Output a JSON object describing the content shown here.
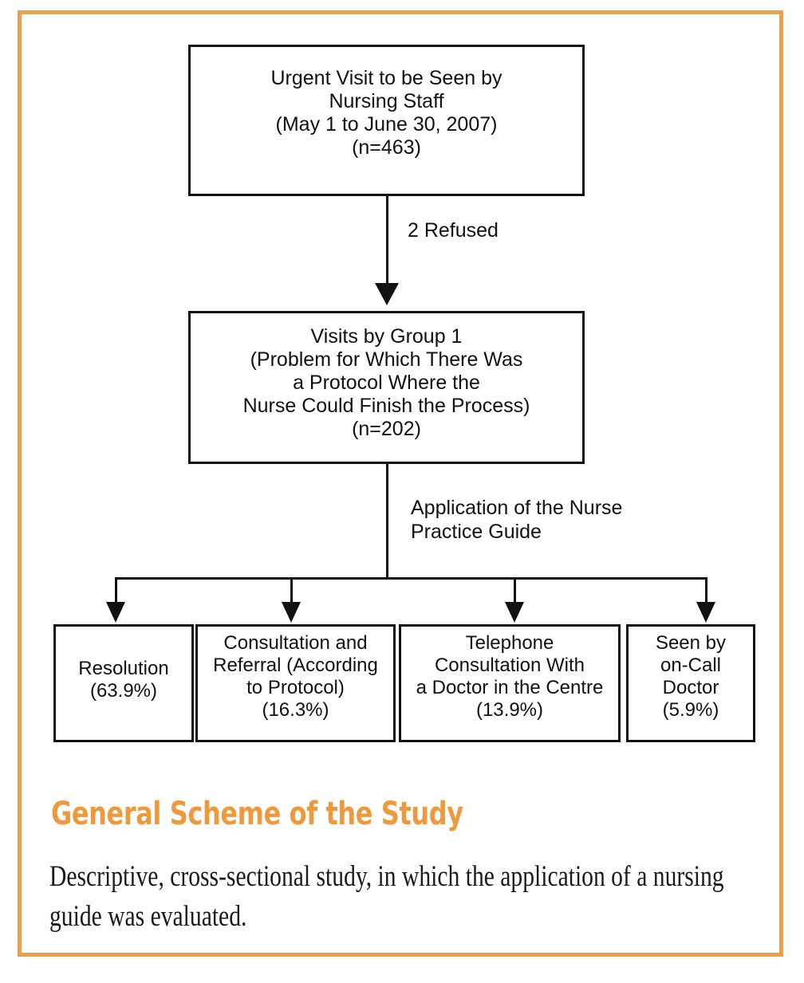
{
  "figure": {
    "frame_color": "#E8A14C",
    "box_border_color": "#111111",
    "accent_color": "#EE9A3C"
  },
  "flowchart": {
    "type": "flowchart",
    "nodes": [
      {
        "id": "urgent-visit",
        "text": "Urgent Visit to be Seen by\nNursing Staff\n(May 1 to June 30, 2007)\n(n=463)",
        "n": 463
      },
      {
        "id": "group1",
        "text": "Visits by Group 1\n(Problem for Which There Was\na Protocol Where the\nNurse Could Finish the Process)\n(n=202)",
        "n": 202
      },
      {
        "id": "resolution",
        "text": "Resolution\n(63.9%)",
        "percent": 63.9
      },
      {
        "id": "consultation-referral",
        "text": "Consultation and\nReferral (According\nto Protocol)\n(16.3%)",
        "percent": 16.3
      },
      {
        "id": "telephone-consultation",
        "text": "Telephone\nConsultation With\na Doctor in the Centre\n(13.9%)",
        "percent": 13.9
      },
      {
        "id": "on-call-doctor",
        "text": "Seen by\non-Call\nDoctor\n(5.9%)",
        "percent": 5.9
      }
    ],
    "edge_labels": {
      "refused": "2 Refused",
      "practice_guide": "Application of the Nurse\nPractice Guide"
    }
  },
  "caption": {
    "title": "General Scheme of the Study",
    "body": "Descriptive, cross-sectional study, in which the application of a nursing guide was evaluated."
  }
}
